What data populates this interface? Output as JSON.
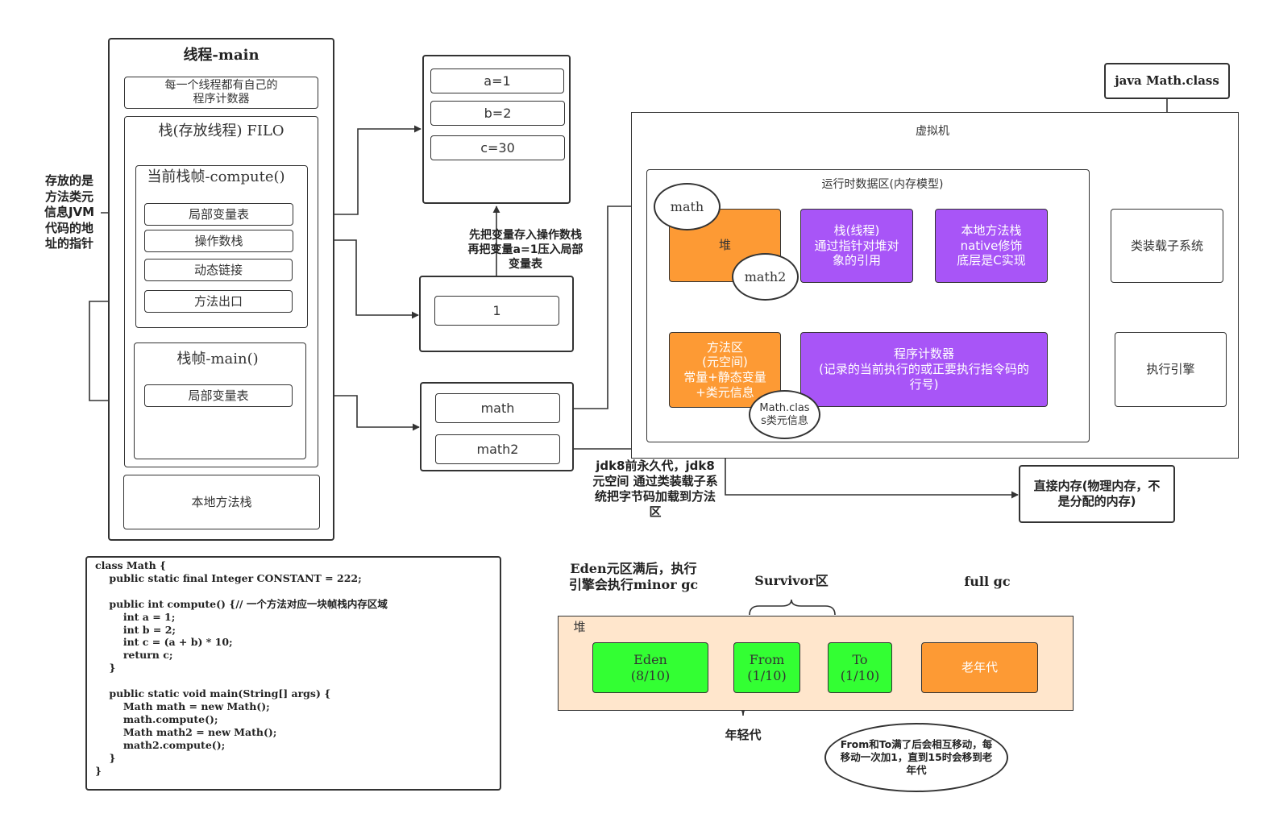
{
  "thread": {
    "title": "线程-main",
    "pc": "每一个线程都有自己的\n程序计数器",
    "stack_title": "栈(存放线程) FILO",
    "frame_compute": "当前栈帧-compute()",
    "local_vars": "局部变量表",
    "operand_stack": "操作数栈",
    "dynamic_link": "动态链接",
    "method_exit": "方法出口",
    "frame_main": "栈帧-main()",
    "main_local_vars": "局部变量表",
    "native_stack": "本地方法栈"
  },
  "side_note": "存放的是\n方法类元\n信息JVM\n代码的地\n址的指针",
  "vars": {
    "a": "a=1",
    "b": "b=2",
    "c": "c=30"
  },
  "operand_note": "先把变量存入操作数栈\n再把变量a=1压入局部\n变量表",
  "operand_value": "1",
  "main_locals": {
    "math": "math",
    "math2": "math2"
  },
  "jdk_note": "jdk8前永久代，jdk8\n元空间 通过类装载子系\n统把字节码加载到方法\n区",
  "java_class": "java Math.class",
  "vm": {
    "title": "虚拟机",
    "runtime_area": "运行时数据区(内存模型)",
    "heap": "堆",
    "math": "math",
    "math2": "math2",
    "stack_thread": "栈(线程)\n通过指针对堆对\n象的引用",
    "native_method_stack": "本地方法栈\nnative修饰\n底层是C实现",
    "method_area": "方法区\n(元空间)\n常量+静态变量\n+类元信息",
    "math_class": "Math.clas\ns类元信息",
    "pc_register": "程序计数器\n(记录的当前执行的或正要执行指令码的\n行号)",
    "class_loader": "类装载子系统",
    "exec_engine": "执行引擎"
  },
  "direct_memory": "直接内存(物理内存，不\n是分配的内存)",
  "code": "class Math {\n    public static final Integer CONSTANT = 222;\n\n    public int compute() {// 一个方法对应一块帧栈内存区域\n        int a = 1;\n        int b = 2;\n        int c = (a + b) * 10;\n        return c;\n    }\n\n    public static void main(String[] args) {\n        Math math = new Math();\n        math.compute();\n        Math math2 = new Math();\n        math2.compute();\n    }\n}",
  "gc": {
    "eden_note": "Eden元区满后，执行\n引擎会执行minor gc",
    "survivor": "Survivor区",
    "full_gc": "full gc",
    "heap": "堆",
    "eden": "Eden\n(8/10)",
    "from": "From\n(1/10)",
    "to": "To\n(1/10)",
    "old": "老年代",
    "young": "年轻代",
    "move_note": "From和To满了后会相互移动，每\n移动一次加1，直到15时会移到老\n年代"
  },
  "colors": {
    "orange": "#fd9a34",
    "purple": "#a855f7",
    "green": "#33ff33",
    "peach": "#ffe6cc"
  }
}
